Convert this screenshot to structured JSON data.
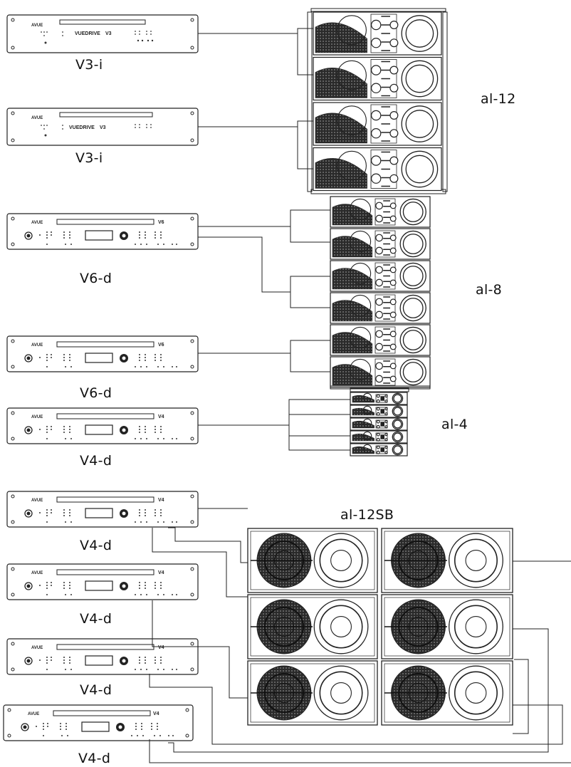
{
  "processor_labels": {
    "v3_top": "V3-i",
    "v3_bottom": "V3-i",
    "v6_top": "V6-d",
    "v6_bottom": "V6-d",
    "v4_1": "V4-d",
    "v4_2": "V4-d",
    "v4_3": "V4-d",
    "v4_4": "V4-d",
    "v4_5": "V4-d"
  },
  "array_labels": {
    "al12": "al-12",
    "al8": "al-8",
    "al4": "al-4",
    "al12sb": "al-12SB"
  },
  "faceplate": {
    "brand": "AVUE",
    "v3_model": "V3",
    "vuedrive": "VUEDRIVE",
    "v6_model": "V6",
    "v4_model": "V4"
  }
}
